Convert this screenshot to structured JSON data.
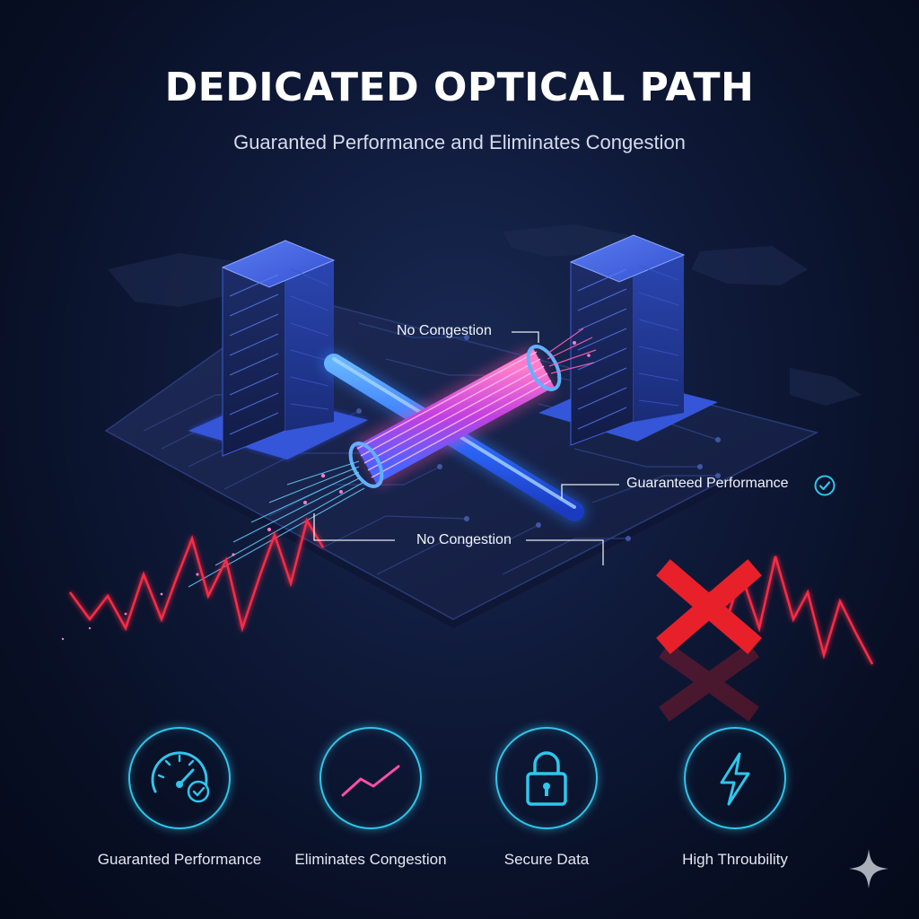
{
  "header": {
    "title": "DEDICATED OPTICAL PATH",
    "subtitle": "Guaranted Performance and Eliminates Congestion"
  },
  "callouts": {
    "top": "No Congestion",
    "middle": "No Congestion",
    "right": "Guaranteed Performance"
  },
  "features": [
    {
      "label": "Guaranted Performance",
      "icon": "speedometer-check-icon"
    },
    {
      "label": "Eliminates Congestion",
      "icon": "trend-line-icon"
    },
    {
      "label": "Secure Data",
      "icon": "padlock-icon"
    },
    {
      "label": "High Throubility",
      "icon": "lightning-bolt-icon"
    }
  ],
  "colors": {
    "background": "#0a1228",
    "accent_cyan": "#2fc6ec",
    "accent_pink": "#ff4fa8",
    "accent_blue": "#3f8cff",
    "alert_red": "#e8202a",
    "server_blue": "#3b5bd9"
  }
}
